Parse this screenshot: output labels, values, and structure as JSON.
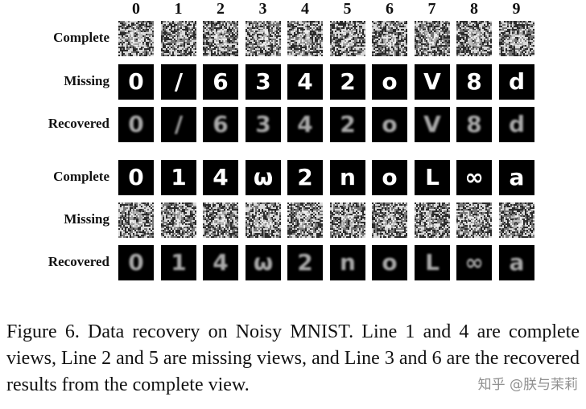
{
  "figure": {
    "column_headers": [
      "0",
      "1",
      "2",
      "3",
      "4",
      "5",
      "6",
      "7",
      "8",
      "9"
    ],
    "rows": [
      {
        "label": "Complete",
        "kind": "noisy"
      },
      {
        "label": "Missing",
        "kind": "clean"
      },
      {
        "label": "Recovered",
        "kind": "blur"
      },
      {
        "label": "Complete",
        "kind": "clean"
      },
      {
        "label": "Missing",
        "kind": "noisy"
      },
      {
        "label": "Recovered",
        "kind": "blur"
      }
    ],
    "digit_glyphs_set_1": [
      "0",
      "/",
      "6",
      "3",
      "4",
      "2",
      "o",
      "V",
      "8",
      "d"
    ],
    "digit_glyphs_set_2": [
      "0",
      "1",
      "4",
      "ω",
      "2",
      "n",
      "o",
      "L",
      "∞",
      "a"
    ],
    "colors": {
      "tile_background": "#000000",
      "stroke_clean": "#ffffff",
      "stroke_blur": "#bcbcbc",
      "noise_light": "#d9d9d9",
      "noise_dark": "#2b2b2b"
    }
  },
  "caption": {
    "text": "Figure 6. Data recovery on Noisy MNIST. Line 1 and 4 are complete views, Line 2 and 5 are missing views, and Line 3 and 6 are the recovered results from the complete view."
  },
  "watermark": {
    "text": "知乎 @朕与茉莉"
  }
}
